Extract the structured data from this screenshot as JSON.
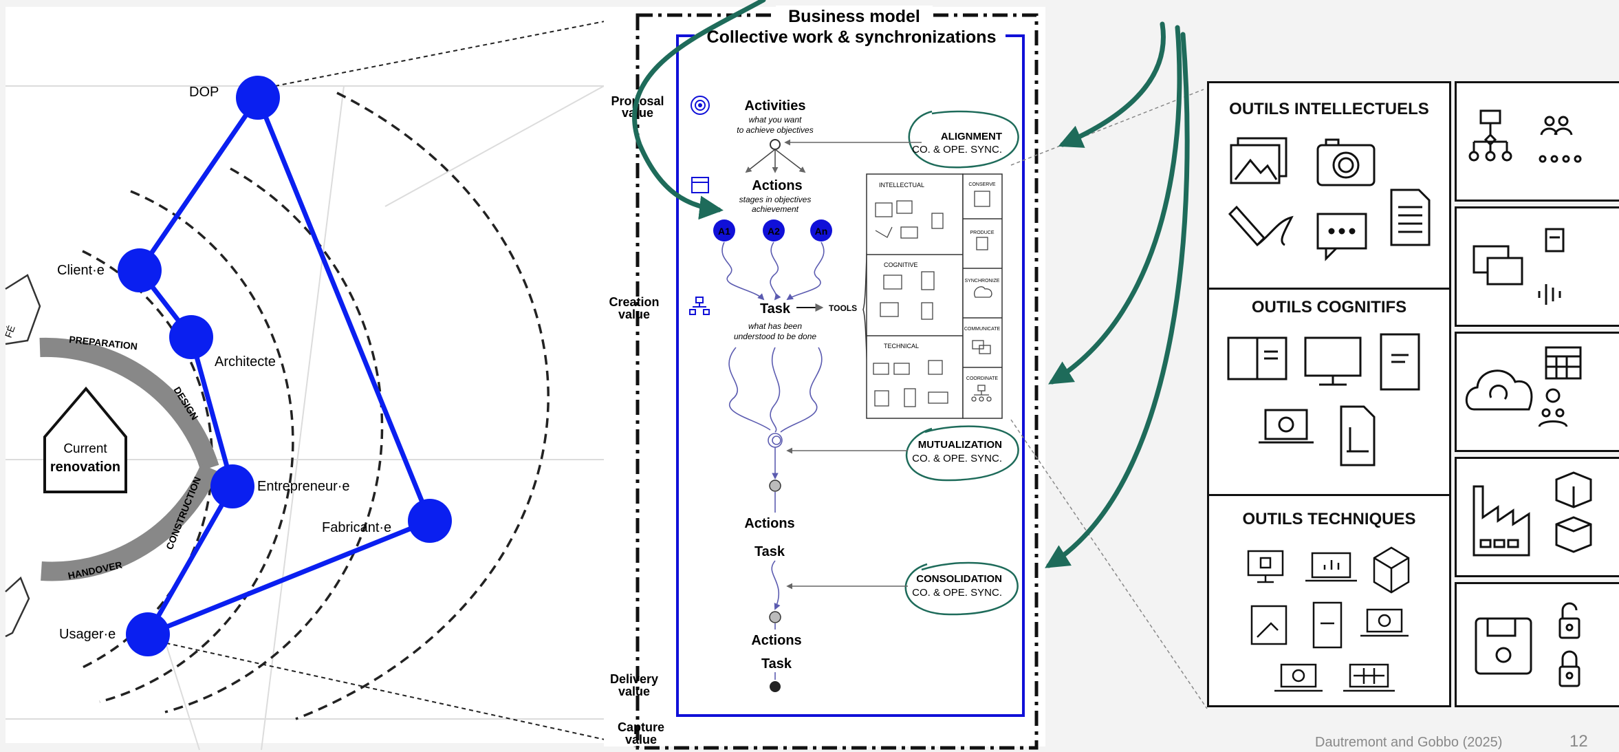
{
  "left_diagram": {
    "stakeholders": {
      "dop": "DOP",
      "client": "Client·e",
      "architecte": "Architecte",
      "entrepreneur": "Entrepreneur·e",
      "fabricant": "Fabricant·e",
      "usager": "Usager·e"
    },
    "phases": {
      "preparation": "PREPARATION",
      "design": "DESIGN",
      "construction": "CONSTRUCTION",
      "handover": "HANDOVER"
    },
    "house_line1": "Current",
    "house_line2": "renovation",
    "edge_fragment": "FÉ",
    "node_color": "#0a1ff0"
  },
  "business_model": {
    "title": "Business model",
    "subtitle": "Collective work & synchronizations",
    "values": {
      "proposal": [
        "Proposal",
        "value"
      ],
      "creation": [
        "Creation",
        "value"
      ],
      "delivery": [
        "Delivery",
        "value"
      ],
      "capture": [
        "Capture",
        "value"
      ]
    },
    "activities": "Activities",
    "activities_sub": [
      "what you want",
      "to achieve objectives"
    ],
    "actions": "Actions",
    "actions_sub": [
      "stages in objectives",
      "achievement"
    ],
    "action_nodes": [
      "A1",
      "A2",
      "An"
    ],
    "task": "Task",
    "tools": "TOOLS",
    "task_sub": [
      "what has been",
      "understood to be done"
    ],
    "actions2": "Actions",
    "task2": "Task",
    "actions3": "Actions",
    "task3": "Task",
    "sync": {
      "alignment": "ALIGNMENT",
      "mutualization": "MUTUALIZATION",
      "consolidation": "CONSOLIDATION",
      "co_ope": "CO. & OPE. SYNC."
    },
    "tool_box": {
      "intellectual": "INTELLECTUAL",
      "cognitive": "COGNITIVE",
      "technical": "TECHNICAL",
      "conserve": "CONSERVE",
      "produce": "PRODUCE",
      "synchronize": "SYNCHRONIZE",
      "communicate": "COMMUNICATE",
      "coordinate": "COORDINATE"
    },
    "blue": "#1010d8",
    "accent": "#1e6b5a"
  },
  "tools_panel": {
    "intellectuels": "OUTILS INTELLECTUELS",
    "cognitifs": "OUTILS COGNITIFS",
    "techniques": "OUTILS TECHNIQUES"
  },
  "footer": {
    "credit": "Dautremont and Gobbo (2025)",
    "page_number": "12"
  }
}
